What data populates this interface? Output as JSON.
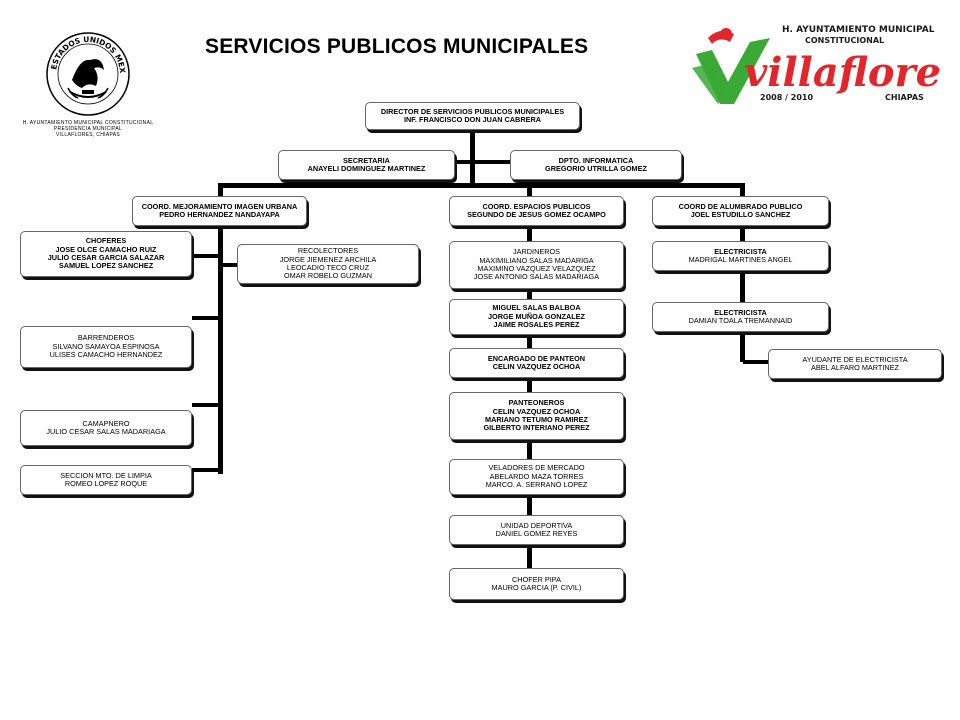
{
  "header": {
    "title": "SERVICIOS PUBLICOS MUNICIPALES",
    "seal_text": [
      "H. AYUNTAMIENTO MUNICIPAL CONSTITUCIONAL",
      "PRESIDENCIA MUNICIPAL",
      "VILLAFLORES, CHIAPAS"
    ],
    "seal_ring_text": "ESTADOS UNIDOS MEXICANOS",
    "logo": {
      "line1": "H. AYUNTAMIENTO MUNICIPAL",
      "line2": "CONSTITUCIONAL",
      "name": "villaflores",
      "period": "2008 / 2010",
      "state": "CHIAPAS",
      "colors": {
        "red": "#e3262b",
        "green": "#3aa935",
        "dark": "#1a1a1a"
      }
    }
  },
  "org": {
    "director": [
      "DIRECTOR DE SERVICIOS PUBLICOS MUNICIPALES",
      "INF. FRANCISCO DON JUAN CABRERA"
    ],
    "secretaria": [
      "SECRETARIA",
      "ANAYELI DOMINGUEZ MARTINEZ"
    ],
    "informatica": [
      "DPTO. INFORMATICA",
      "GREGORIO UTRILLA GOMEZ"
    ],
    "imagen": {
      "coord": [
        "COORD. MEJORAMIENTO IMAGEN URBANA",
        "PEDRO HERNANDEZ NANDAYAPA"
      ],
      "choferes": [
        "CHOFERES",
        "JOSE OLCE CAMACHO RUIZ",
        "JULIO CESAR GARCIA SALAZAR",
        "SAMUEL LOPEZ SANCHEZ"
      ],
      "recolectores": [
        "RECOLECTORES",
        "JORGE JIEMENEZ ARCHILA",
        "LEOCADIO TECO CRUZ",
        "OMAR ROBELO GUZMAN"
      ],
      "barrenderos": [
        "BARRENDEROS",
        "SILVANO SAMAYOA ESPINOSA",
        "ULISES CAMACHO HERNANDEZ"
      ],
      "camapnero": [
        "CAMAPNERO",
        "JULIO CESAR SALAS MADARIAGA"
      ],
      "limpia": [
        "SECCION MTO. DE LIMPIA",
        "ROMEO LOPEZ ROQUE"
      ]
    },
    "espacios": {
      "coord": [
        "COORD. ESPACIOS PUBLICOS",
        "SEGUNDO DE JESUS GOMEZ OCAMPO"
      ],
      "jardineros": [
        "JARDINEROS",
        "MAXIMILIANO SALAS MADARIGA",
        "MAXIMINO VAZQUEZ VELAZQUEZ",
        "JOSE ANTONIO SALAS MADARIAGA"
      ],
      "grupo": [
        "MIGUEL SALAS BALBOA",
        "JORGE MUÑOA GONZALEZ",
        "JAIME ROSALES PEREZ"
      ],
      "panteon": [
        "ENCARGADO DE PANTEON",
        "CELIN VAZQUEZ OCHOA"
      ],
      "panteoneros": [
        "PANTEONEROS",
        "CELIN VAZQUEZ OCHOA",
        "MARIANO TETUMO RAMIREZ",
        "GILBERTO INTERIANO PEREZ"
      ],
      "veladores": [
        "VELADORES DE MERCADO",
        "ABELARDO MAZA TORRES",
        "MARCO. A. SERRANO LOPEZ"
      ],
      "deportiva": [
        "UNIDAD DEPORTIVA",
        "DANIEL GOMEZ REYES"
      ],
      "pipa": [
        "CHOFER PIPA",
        "MAURO GARCIA (P. CIVIL)"
      ]
    },
    "alumbrado": {
      "coord": [
        "COORD DE ALUMBRADO PUBLICO",
        "JOEL ESTUDILLO SANCHEZ"
      ],
      "electricista1": [
        "ELECTRICISTA",
        "MADRIGAL MARTINES ANGEL"
      ],
      "electricista2": [
        "ELECTRICISTA",
        "DAMIAN TOALA TREMANNAID"
      ],
      "ayudante": [
        "AYUDANTE DE ELECTRICISTA",
        "ABEL  ALFARO MARTINEZ"
      ]
    }
  }
}
